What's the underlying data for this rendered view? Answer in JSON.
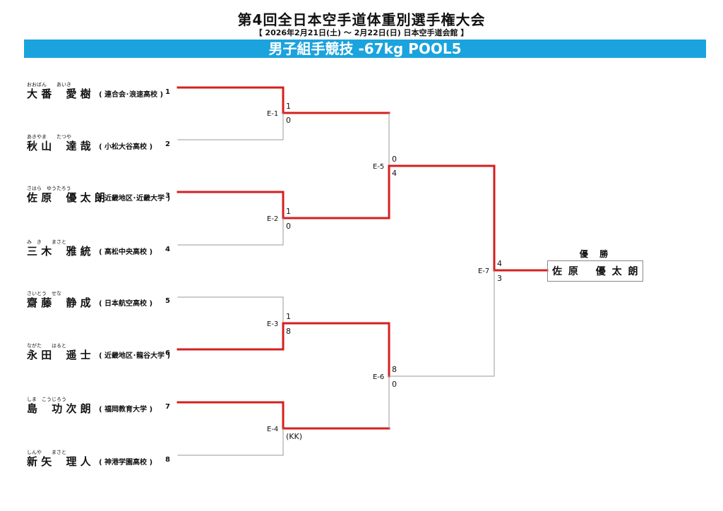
{
  "header": {
    "title": "第4回全日本空手道体重別選手権大会",
    "subtitle": "【 2026年2月21日(土) ～ 2月22日(日)  日本空手道会館 】",
    "event": "男子組手競技 -67kg POOL5"
  },
  "players": [
    {
      "ruby": "おおばん　　あいき",
      "name": "大 番 　愛 樹",
      "affiliation": "( 連合会･浪速高校 )",
      "seed": "1"
    },
    {
      "ruby": "あきやま　　たつや",
      "name": "秋 山 　達 哉",
      "affiliation": "( 小松大谷高校 )",
      "seed": "2"
    },
    {
      "ruby": "さはら　ゆうたろう",
      "name": "佐 原 　優 太 朗",
      "affiliation": "( 近畿地区･近畿大学 )",
      "seed": "3"
    },
    {
      "ruby": "み　き　　まさと",
      "name": "三 木 　雅 統",
      "affiliation": "( 高松中央高校 )",
      "seed": "4"
    },
    {
      "ruby": "さいとう　せな",
      "name": "齋 藤 　静 成",
      "affiliation": "( 日本航空高校 )",
      "seed": "5"
    },
    {
      "ruby": "ながた　　はると",
      "name": "永 田 　遥 士",
      "affiliation": "( 近畿地区･龍谷大学 )",
      "seed": "6"
    },
    {
      "ruby": "しま　こうじろう",
      "name": "島 　功 次 朗",
      "affiliation": "( 福岡教育大学 )",
      "seed": "7"
    },
    {
      "ruby": "しんや　　まさと",
      "name": "新 矢 　理 人",
      "affiliation": "( 神港学園高校 )",
      "seed": "8"
    }
  ],
  "matches": [
    {
      "label": "E-1",
      "top": "1",
      "bottom": "0"
    },
    {
      "label": "E-2",
      "top": "1",
      "bottom": "0"
    },
    {
      "label": "E-3",
      "top": "1",
      "bottom": "8"
    },
    {
      "label": "E-4",
      "top": "",
      "bottom": "(KK)"
    },
    {
      "label": "E-5",
      "top": "0",
      "bottom": "4"
    },
    {
      "label": "E-6",
      "top": "8",
      "bottom": "0"
    },
    {
      "label": "E-7",
      "top": "4",
      "bottom": "3"
    }
  ],
  "winner": {
    "heading": "優 勝",
    "name": "佐 原 　優 太 朗"
  },
  "colors": {
    "accent": "#1ba3de",
    "win_line": "#d61f1f",
    "lose_line": "#999999"
  }
}
